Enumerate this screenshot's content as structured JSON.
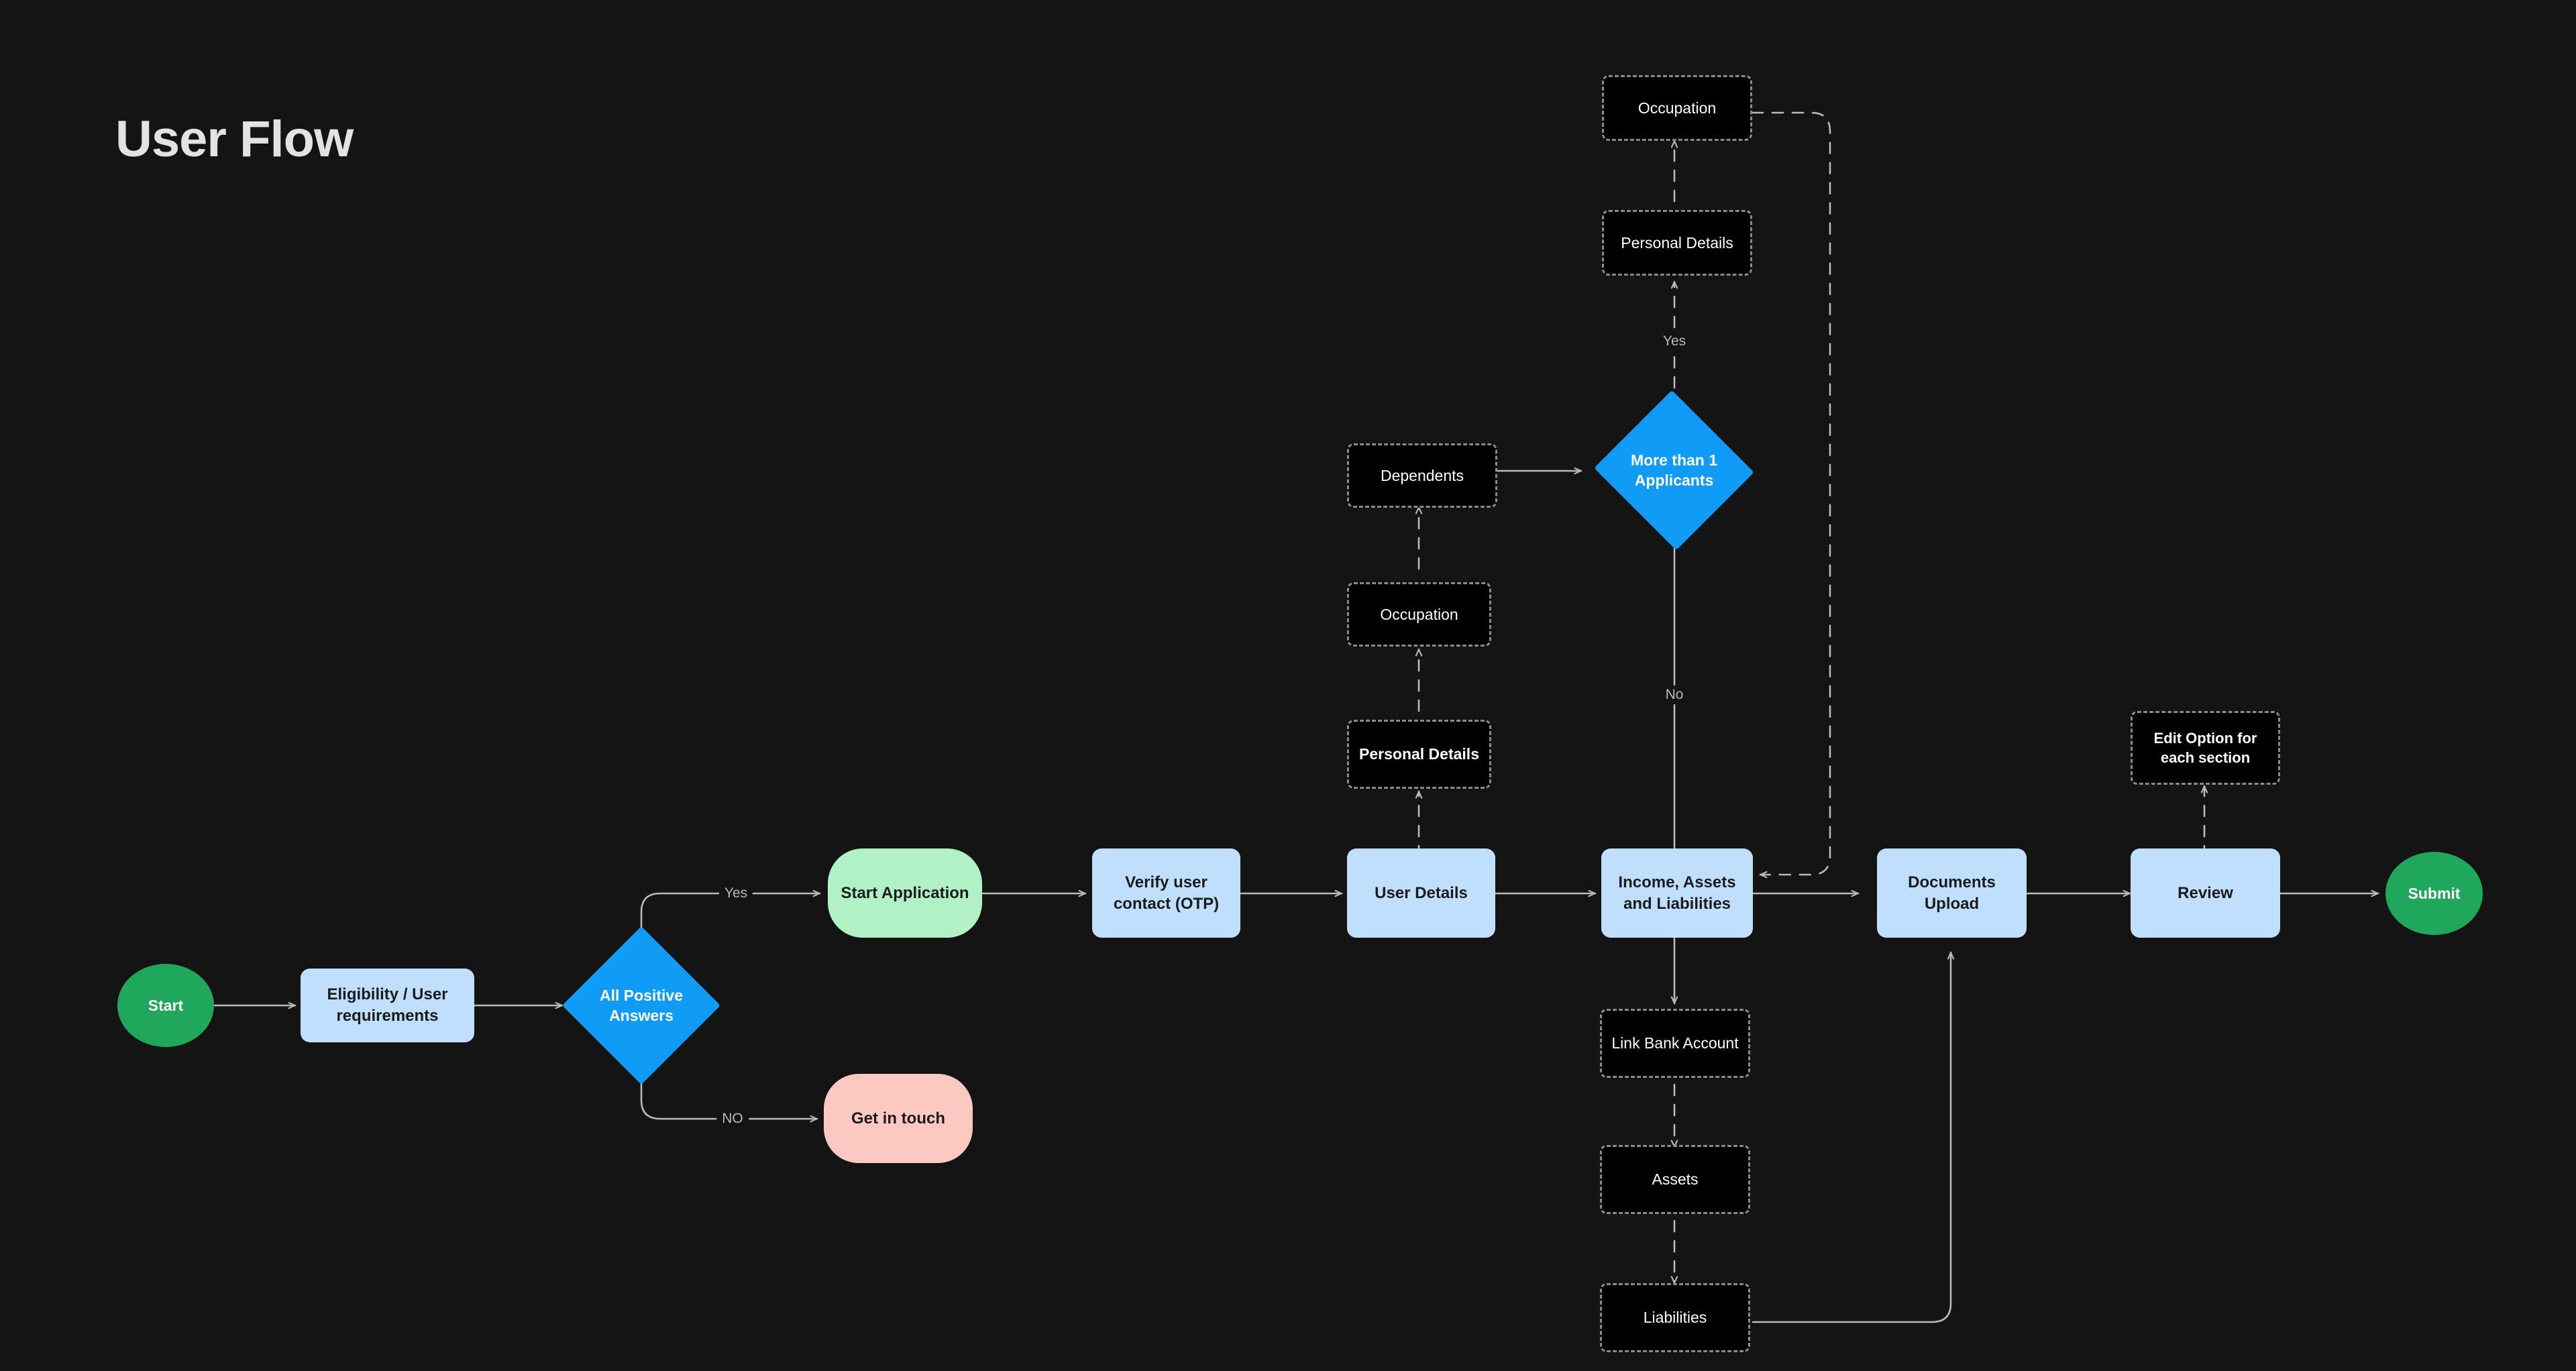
{
  "page": {
    "title": "User Flow",
    "background_color": "#141414"
  },
  "palette": {
    "process_blue": "#bfdffc",
    "accent_blue": "#0f9bf6",
    "terminal_green": "#1fa85c",
    "mint_green": "#b0f2c5",
    "pink": "#fbc8c2",
    "sub_box_fill": "#000000",
    "sub_box_border": "#8a8a8a",
    "connector": "#b9b9b9",
    "title_text": "#e2e2e2"
  },
  "nodes": {
    "start": {
      "label": "Start",
      "shape": "ellipse",
      "style": "terminal-green"
    },
    "eligibility": {
      "label": "Eligibility / User requirements",
      "shape": "rounded-rect",
      "style": "process-blue"
    },
    "all_positive": {
      "label": "All Positive Answers",
      "shape": "diamond",
      "style": "accent-blue"
    },
    "start_application": {
      "label": "Start Application",
      "shape": "pill",
      "style": "mint-green"
    },
    "get_in_touch": {
      "label": "Get in touch",
      "shape": "pill",
      "style": "pink"
    },
    "verify_otp": {
      "label": "Verify user contact (OTP)",
      "shape": "rounded-rect",
      "style": "process-blue"
    },
    "user_details": {
      "label": "User Details",
      "shape": "rounded-rect",
      "style": "process-blue"
    },
    "ud_personal_details": {
      "label": "Personal Details",
      "shape": "dashed-rect",
      "style": "sub-box",
      "emphasis": "bold"
    },
    "ud_occupation": {
      "label": "Occupation",
      "shape": "dashed-rect",
      "style": "sub-box",
      "emphasis": "regular"
    },
    "ud_dependents": {
      "label": "Dependents",
      "shape": "dashed-rect",
      "style": "sub-box",
      "emphasis": "regular"
    },
    "more_than_one": {
      "label": "More than 1 Applicants",
      "shape": "diamond",
      "style": "accent-blue"
    },
    "co_personal_details": {
      "label": "Personal Details",
      "shape": "dashed-rect",
      "style": "sub-box",
      "emphasis": "regular"
    },
    "co_occupation": {
      "label": "Occupation",
      "shape": "dashed-rect",
      "style": "sub-box",
      "emphasis": "regular"
    },
    "income_assets": {
      "label": "Income, Assets and Liabilities",
      "shape": "rounded-rect",
      "style": "process-blue"
    },
    "link_bank": {
      "label": "Link Bank Account",
      "shape": "dashed-rect",
      "style": "sub-box",
      "emphasis": "regular"
    },
    "assets": {
      "label": "Assets",
      "shape": "dashed-rect",
      "style": "sub-box",
      "emphasis": "regular"
    },
    "liabilities": {
      "label": "Liabilities",
      "shape": "dashed-rect",
      "style": "sub-box",
      "emphasis": "regular"
    },
    "documents_upload": {
      "label": "Documents Upload",
      "shape": "rounded-rect",
      "style": "process-blue"
    },
    "review": {
      "label": "Review",
      "shape": "rounded-rect",
      "style": "process-blue"
    },
    "edit_option": {
      "label": "Edit Option for each section",
      "shape": "dashed-rect",
      "style": "sub-box",
      "emphasis": "bold"
    },
    "submit": {
      "label": "Submit",
      "shape": "ellipse",
      "style": "terminal-green"
    }
  },
  "edge_labels": {
    "positive_yes": "Yes",
    "positive_no": "NO",
    "applicants_yes": "Yes",
    "applicants_no": "No"
  },
  "chart_data": {
    "type": "flowchart",
    "title": "User Flow",
    "direction": "left-to-right",
    "edges": [
      {
        "from": "start",
        "to": "eligibility",
        "style": "solid",
        "label": ""
      },
      {
        "from": "eligibility",
        "to": "all_positive",
        "style": "solid",
        "label": ""
      },
      {
        "from": "all_positive",
        "to": "start_application",
        "style": "solid",
        "label": "Yes"
      },
      {
        "from": "all_positive",
        "to": "get_in_touch",
        "style": "solid",
        "label": "NO"
      },
      {
        "from": "start_application",
        "to": "verify_otp",
        "style": "solid",
        "label": ""
      },
      {
        "from": "verify_otp",
        "to": "user_details",
        "style": "solid",
        "label": ""
      },
      {
        "from": "user_details",
        "to": "ud_personal_details",
        "style": "dashed",
        "label": ""
      },
      {
        "from": "ud_personal_details",
        "to": "ud_occupation",
        "style": "dashed",
        "label": ""
      },
      {
        "from": "ud_occupation",
        "to": "ud_dependents",
        "style": "dashed",
        "label": ""
      },
      {
        "from": "ud_dependents",
        "to": "more_than_one",
        "style": "solid",
        "label": ""
      },
      {
        "from": "user_details",
        "to": "income_assets",
        "style": "solid",
        "label": ""
      },
      {
        "from": "more_than_one",
        "to": "co_personal_details",
        "style": "dashed",
        "label": "Yes"
      },
      {
        "from": "co_personal_details",
        "to": "co_occupation",
        "style": "dashed",
        "label": ""
      },
      {
        "from": "co_occupation",
        "to": "income_assets",
        "style": "dashed",
        "label": ""
      },
      {
        "from": "more_than_one",
        "to": "income_assets",
        "style": "solid",
        "label": "No"
      },
      {
        "from": "income_assets",
        "to": "link_bank",
        "style": "solid",
        "label": ""
      },
      {
        "from": "link_bank",
        "to": "assets",
        "style": "dashed",
        "label": ""
      },
      {
        "from": "assets",
        "to": "liabilities",
        "style": "dashed",
        "label": ""
      },
      {
        "from": "liabilities",
        "to": "documents_upload",
        "style": "solid",
        "label": ""
      },
      {
        "from": "income_assets",
        "to": "documents_upload",
        "style": "solid",
        "label": ""
      },
      {
        "from": "documents_upload",
        "to": "review",
        "style": "solid",
        "label": ""
      },
      {
        "from": "review",
        "to": "edit_option",
        "style": "dashed",
        "label": ""
      },
      {
        "from": "review",
        "to": "submit",
        "style": "solid",
        "label": ""
      }
    ]
  }
}
